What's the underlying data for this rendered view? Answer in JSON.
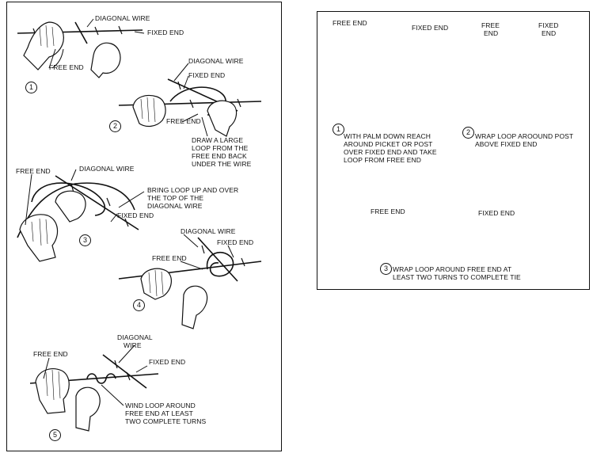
{
  "left_figure": {
    "step1": {
      "number": "1",
      "diagonal_wire": "DIAGONAL WIRE",
      "fixed_end": "FIXED END",
      "free_end": "FREE END"
    },
    "step2": {
      "number": "2",
      "diagonal_wire": "DIAGONAL WIRE",
      "fixed_end": "FIXED END",
      "free_end": "FREE END",
      "instruction_lines": [
        "DRAW A LARGE",
        "LOOP FROM THE",
        "FREE END BACK",
        "UNDER THE WIRE"
      ]
    },
    "step3": {
      "number": "3",
      "free_end": "FREE END",
      "diagonal_wire": "DIAGONAL WIRE",
      "instruction_lines": [
        "BRING LOOP UP AND OVER",
        "THE TOP OF THE",
        "DIAGONAL WIRE"
      ],
      "fixed_end": "FIXED END"
    },
    "step4": {
      "number": "4",
      "diagonal_wire": "DIAGONAL WIRE",
      "fixed_end": "FIXED END",
      "free_end": "FREE END"
    },
    "step5": {
      "number": "5",
      "diagonal_wire_lines": [
        "DIAGONAL",
        "WIRE"
      ],
      "free_end": "FREE END",
      "fixed_end": "FIXED END",
      "instruction_lines": [
        "WIND LOOP AROUND",
        "FREE END AT LEAST",
        "TWO COMPLETE TURNS"
      ]
    }
  },
  "right_figure": {
    "step1": {
      "number": "1",
      "free_end": "FREE END",
      "fixed_end": "FIXED END",
      "instruction_lines": [
        "WITH PALM DOWN REACH",
        "AROUND PICKET OR POST",
        "OVER FIXED END AND TAKE",
        "LOOP FROM FREE END"
      ]
    },
    "step2": {
      "number": "2",
      "free_end_lines": [
        "FREE",
        "END"
      ],
      "fixed_end_lines": [
        "FIXED",
        "END"
      ],
      "instruction_lines": [
        "WRAP LOOP AROOUND POST",
        "ABOVE FIXED END"
      ]
    },
    "step3": {
      "number": "3",
      "free_end": "FREE END",
      "fixed_end": "FIXED END",
      "instruction_lines": [
        "WRAP LOOP AROUND FREE END AT",
        "LEAST TWO TURNS TO COMPLETE TIE"
      ]
    }
  }
}
